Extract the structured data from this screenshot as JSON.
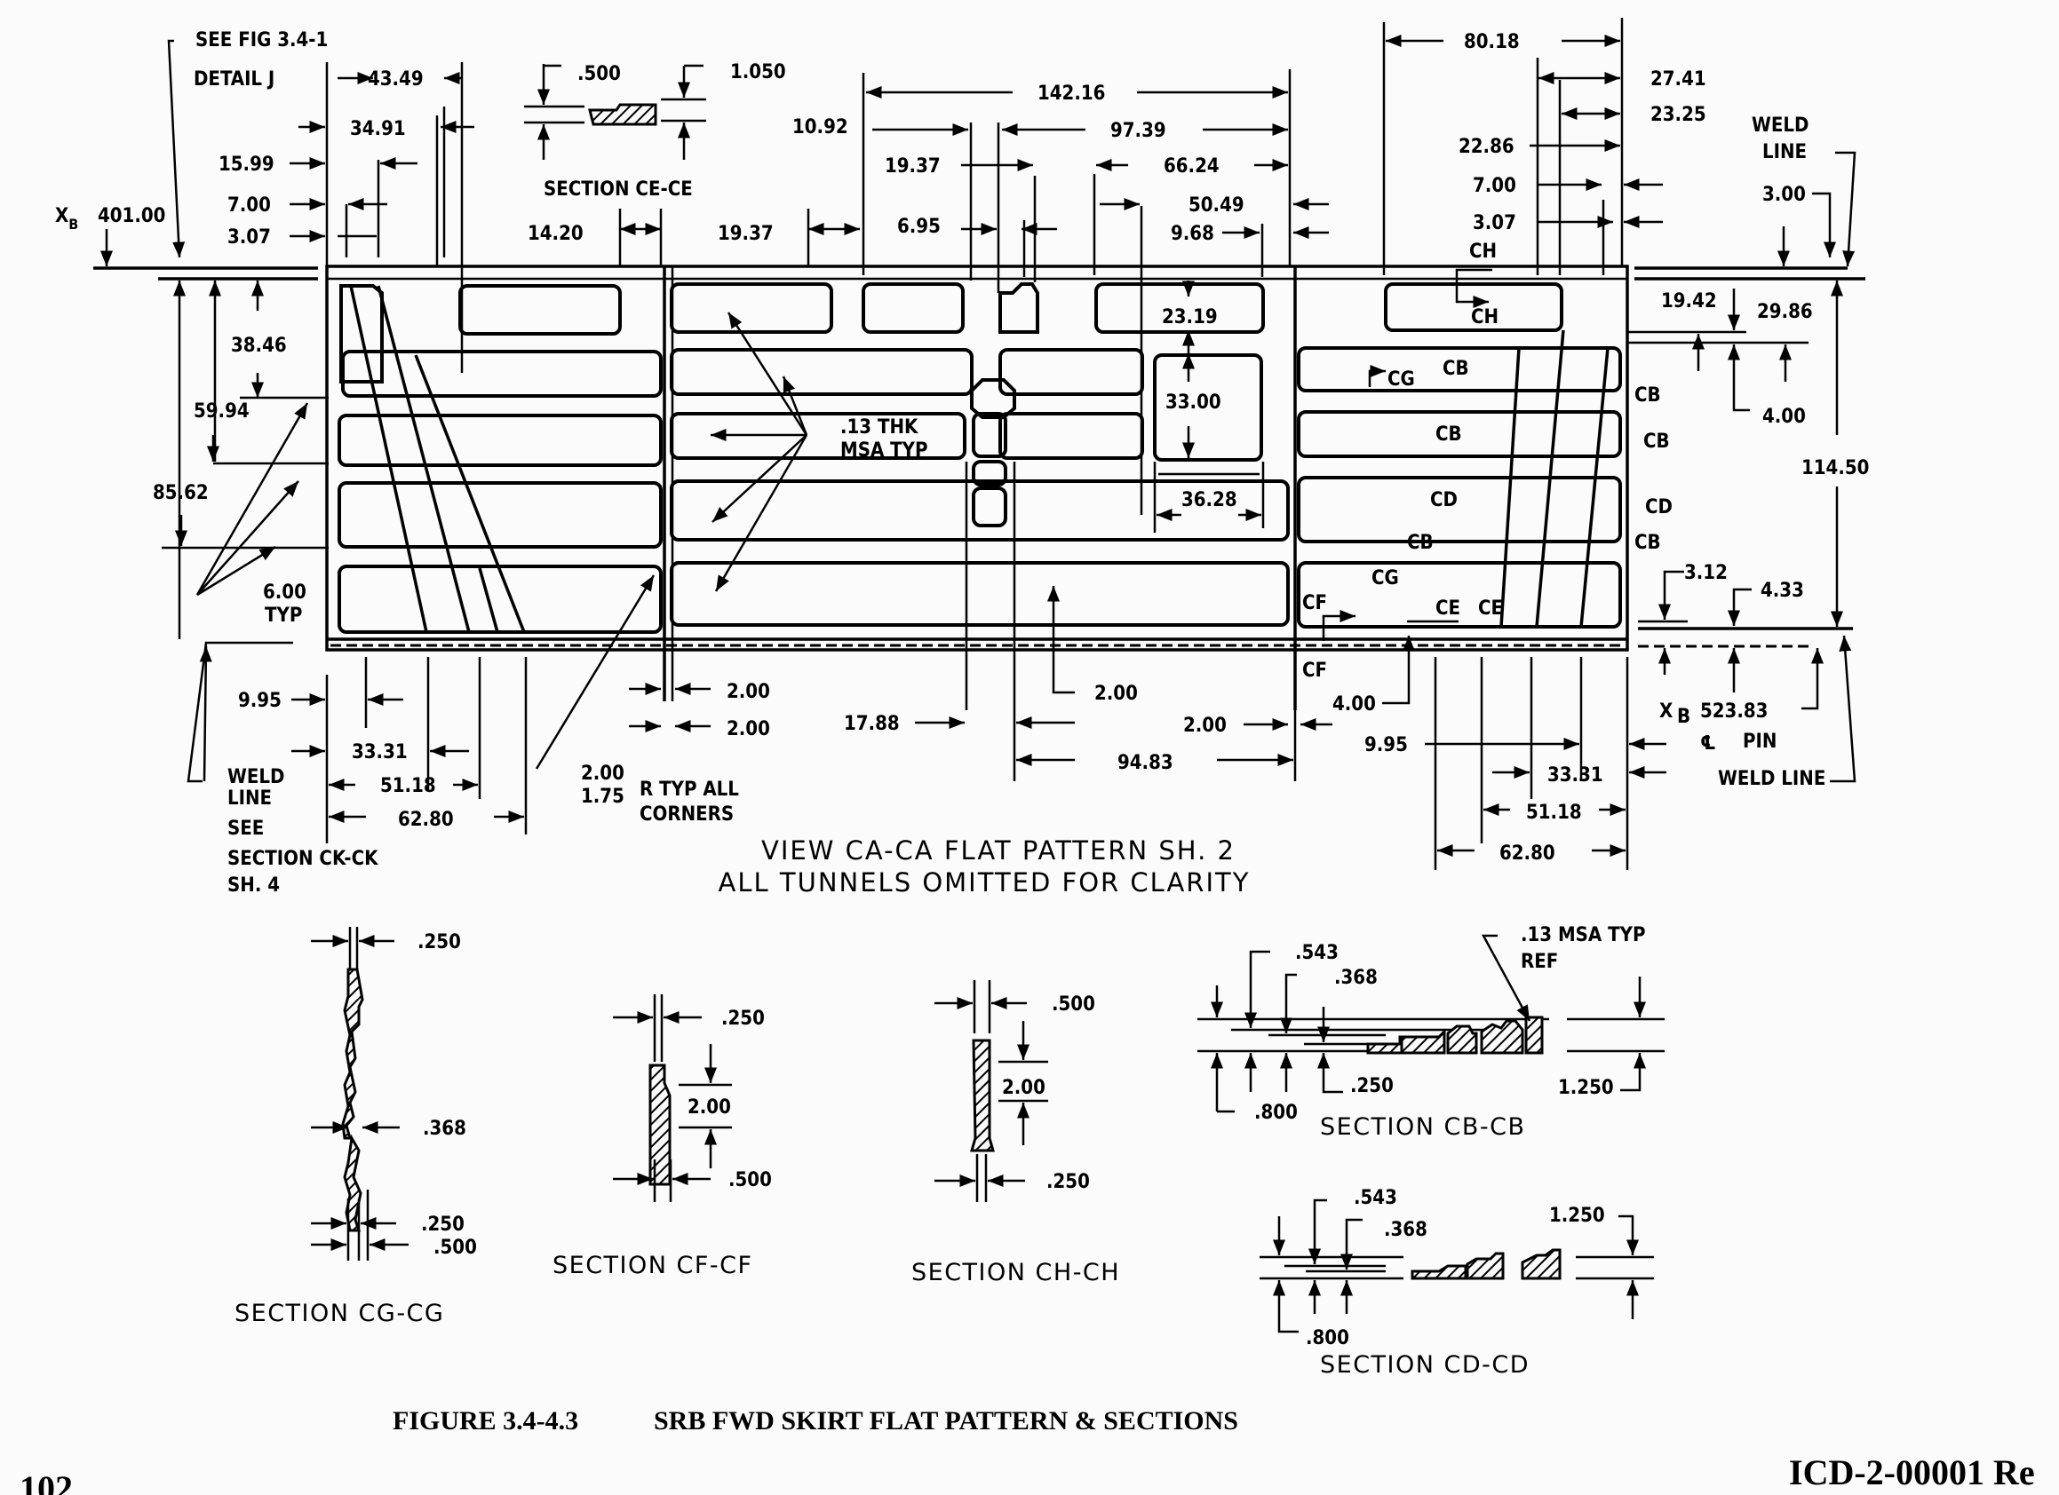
{
  "figure": {
    "number": "FIGURE 3.4-4.3",
    "title": "SRB FWD SKIRT FLAT PATTERN & SECTIONS"
  },
  "page": {
    "page_number": "102",
    "document_id": "ICD-2-00001 Re"
  },
  "flat_pattern": {
    "view_title_line1": "VIEW CA-CA FLAT PATTERN SH. 2",
    "view_title_line2": "ALL TUNNELS OMITTED FOR CLARITY",
    "left_notes": {
      "see_fig": "SEE FIG 3.4-1",
      "detail": "DETAIL J",
      "xb_station": "401.00",
      "xb_symbol": "X",
      "xb_sub": "B",
      "weld_line_note": [
        "WELD",
        "LINE",
        "SEE",
        "SECTION CK-CK",
        "SH. 4"
      ],
      "typ_radius": "6.00",
      "typ_label": "TYP"
    },
    "right_notes": {
      "weld_line_top": [
        "WELD",
        "LINE"
      ],
      "xb_station": "523.83",
      "pin_label": "PIN",
      "centerline_symbol": "℄",
      "weld_line_bottom": "WELD LINE",
      "height_total": "114.50"
    },
    "msa_note": [
      ".13 THK",
      "MSA TYP"
    ],
    "corner_note": {
      "r1": "2.00",
      "r2": "1.75",
      "line1": "R TYP ALL",
      "line2": "CORNERS"
    },
    "top_dims": {
      "d43_49": "43.49",
      "d34_91": "34.91",
      "d15_99": "15.99",
      "d7_00_l": "7.00",
      "d3_07_l": "3.07",
      "d14_20": "14.20",
      "d19_37_a": "19.37",
      "d10_92": "10.92",
      "d142_16": "142.16",
      "d97_39": "97.39",
      "d19_37_b": "19.37",
      "d66_24": "66.24",
      "d6_95": "6.95",
      "d50_49": "50.49",
      "d9_68": "9.68",
      "d80_18": "80.18",
      "d27_41": "27.41",
      "d23_25": "23.25",
      "d22_86": "22.86",
      "d7_00_r": "7.00",
      "d3_07_r": "3.07",
      "d3_00": "3.00"
    },
    "left_dims": {
      "d38_46": "38.46",
      "d59_94": "59.94",
      "d85_62": "85.62"
    },
    "inner_dims": {
      "d23_19": "23.19",
      "d33_00": "33.00",
      "d36_28": "36.28"
    },
    "right_dims": {
      "d19_42": "19.42",
      "d29_86": "29.86",
      "d4_00_a": "4.00",
      "d3_12": "3.12",
      "d4_33": "4.33",
      "d4_00_b": "4.00"
    },
    "bottom_dims": {
      "d9_95_l": "9.95",
      "d33_31_l": "33.31",
      "d51_18_l": "51.18",
      "d62_80_l": "62.80",
      "d2_00_a": "2.00",
      "d2_00_b": "2.00",
      "d17_88": "17.88",
      "d2_00_c": "2.00",
      "d2_00_d": "2.00",
      "d94_83": "94.83",
      "d9_95_r": "9.95",
      "d33_31_r": "33.31",
      "d51_18_r": "51.18",
      "d62_80_r": "62.80"
    },
    "section_callouts": [
      "CH",
      "CH",
      "CG",
      "CB",
      "CB",
      "CB",
      "CB",
      "CD",
      "CD",
      "CB",
      "CB",
      "CG",
      "CE",
      "CE",
      "CF",
      "CF"
    ]
  },
  "sections": {
    "ce": {
      "title": "SECTION CE-CE",
      "dim1": ".500",
      "dim2": "1.050"
    },
    "cg": {
      "title": "SECTION CG-CG",
      "dim_top": ".250",
      "dim_mid": ".368",
      "dim_b1": ".250",
      "dim_b2": ".500"
    },
    "cf": {
      "title": "SECTION CF-CF",
      "dim_top": ".250",
      "dim_len": "2.00",
      "dim_bot": ".500"
    },
    "ch": {
      "title": "SECTION CH-CH",
      "dim_top": ".500",
      "dim_len": "2.00",
      "dim_bot": ".250"
    },
    "cb": {
      "title": "SECTION CB-CB",
      "d543": ".543",
      "d368": ".368",
      "d250": ".250",
      "d800": ".800",
      "d1250": "1.250",
      "note1": ".13 MSA TYP",
      "note2": "REF"
    },
    "cd": {
      "title": "SECTION CD-CD",
      "d543": ".543",
      "d368": ".368",
      "d800": ".800",
      "d1250": "1.250"
    }
  },
  "colors": {
    "ink": "#000000",
    "paper": "#fbfbfb"
  }
}
